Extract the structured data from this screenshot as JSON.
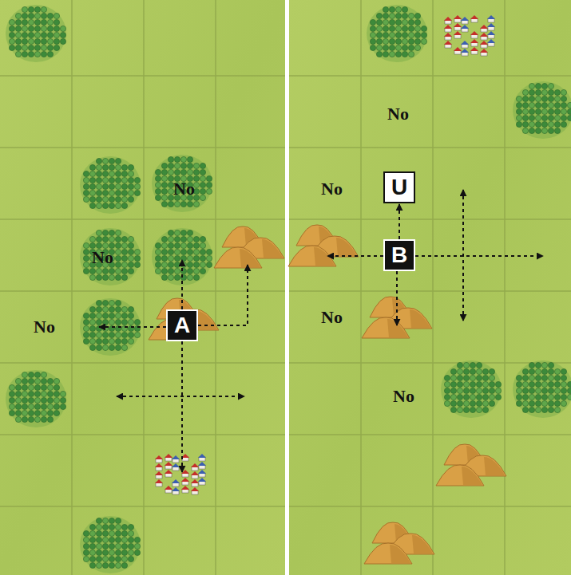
{
  "diagram": {
    "nodes": [
      {
        "text": [
          "A"
        ]
      },
      {
        "text": [
          "U"
        ]
      },
      {
        "text": [
          "B"
        ]
      }
    ],
    "edges": [
      {
        "from": 2,
        "to": 1,
        "arrow": "to"
      }
    ],
    "labels": [
      "No",
      "No",
      "No",
      "No",
      "No",
      "No",
      "No"
    ]
  }
}
